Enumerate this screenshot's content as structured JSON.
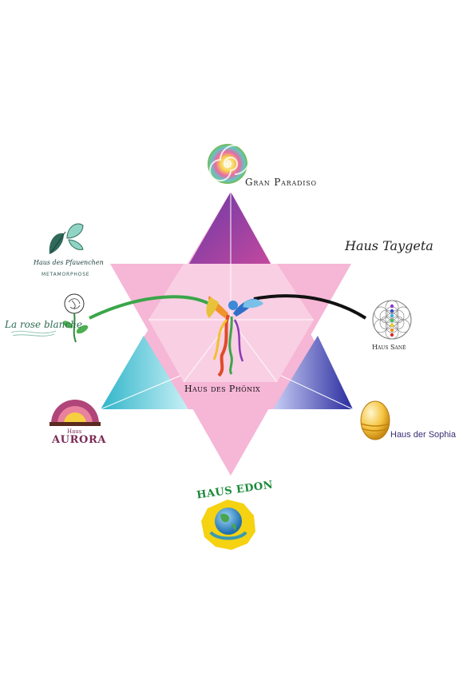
{
  "houses": {
    "top": {
      "name": "Gran Paradiso",
      "icon": "rainbow-spiral-icon"
    },
    "top_right": {
      "name": "Haus Taygeta"
    },
    "top_left": {
      "name": "Haus des Pfauenchen",
      "subtitle": "METAMORPHOSE",
      "icon": "feather-butterfly-icon"
    },
    "left": {
      "name": "La rose blanche",
      "icon": "white-rose-icon"
    },
    "right": {
      "name": "Haus Sané",
      "icon": "flower-of-life-chakra-icon"
    },
    "center": {
      "name": "Haus des Phönix",
      "icon": "phoenix-icon"
    },
    "bottom_left": {
      "label_top": "Haus",
      "name": "AURORA",
      "icon": "sunrise-icon"
    },
    "bottom_right": {
      "name": "Haus der Sophia",
      "icon": "golden-egg-icon"
    },
    "bottom": {
      "name": "HAUS EDON",
      "icon": "earth-in-hands-icon"
    }
  },
  "colors": {
    "pink": "#f6b6d6",
    "pink_center": "#f9cde2",
    "purple": "#8a3a9a",
    "cyan": "#41c4d8",
    "navy": "#2b2a9b",
    "green_line": "#3aa64a",
    "black_line": "#111111"
  }
}
